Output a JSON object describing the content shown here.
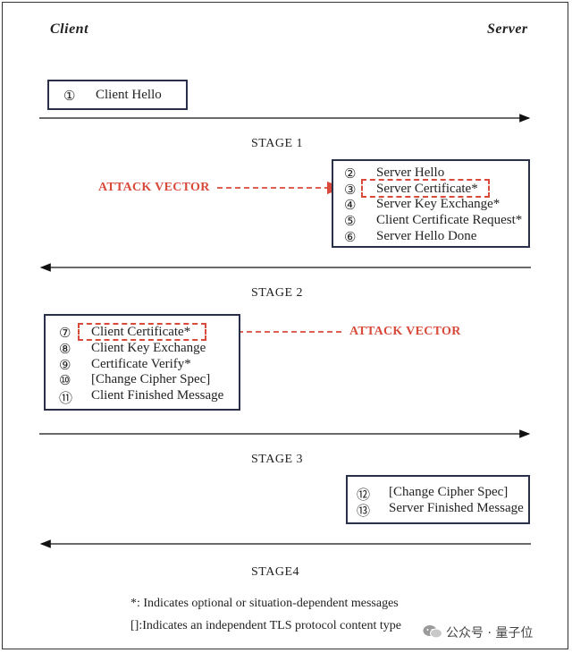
{
  "header": {
    "client": "Client",
    "server": "Server"
  },
  "box_client_hello": {
    "items": [
      {
        "num": "①",
        "label": "Client Hello"
      }
    ]
  },
  "stages": [
    "STAGE 1",
    "STAGE 2",
    "STAGE 3",
    "STAGE4"
  ],
  "box_server_1": {
    "items": [
      {
        "num": "②",
        "label": "Server Hello"
      },
      {
        "num": "③",
        "label": "Server Certificate*"
      },
      {
        "num": "④",
        "label": "Server Key Exchange*"
      },
      {
        "num": "⑤",
        "label": "Client Certificate Request*"
      },
      {
        "num": "⑥",
        "label": "Server Hello Done"
      }
    ]
  },
  "box_client_2": {
    "items": [
      {
        "num": "⑦",
        "label": "Client Certificate*"
      },
      {
        "num": "⑧",
        "label": "Client Key Exchange"
      },
      {
        "num": "⑨",
        "label": "Certificate Verify*"
      },
      {
        "num": "⑩",
        "label": "[Change Cipher Spec]"
      },
      {
        "num": "⑪",
        "label": "Client Finished Message"
      }
    ]
  },
  "box_server_3": {
    "items": [
      {
        "num": "⑫",
        "label": "[Change Cipher Spec]"
      },
      {
        "num": "⑬",
        "label": "Server Finished Message"
      }
    ]
  },
  "attack_vectors": [
    "ATTACK VECTOR",
    "ATTACK VECTOR"
  ],
  "footnotes": [
    "*: Indicates optional or situation-dependent messages",
    "[]:Indicates an independent TLS protocol content type"
  ],
  "watermark": "公众号 · 量子位",
  "colors": {
    "accent_red": "#d94a3a",
    "box_border": "#2a2f4a"
  }
}
